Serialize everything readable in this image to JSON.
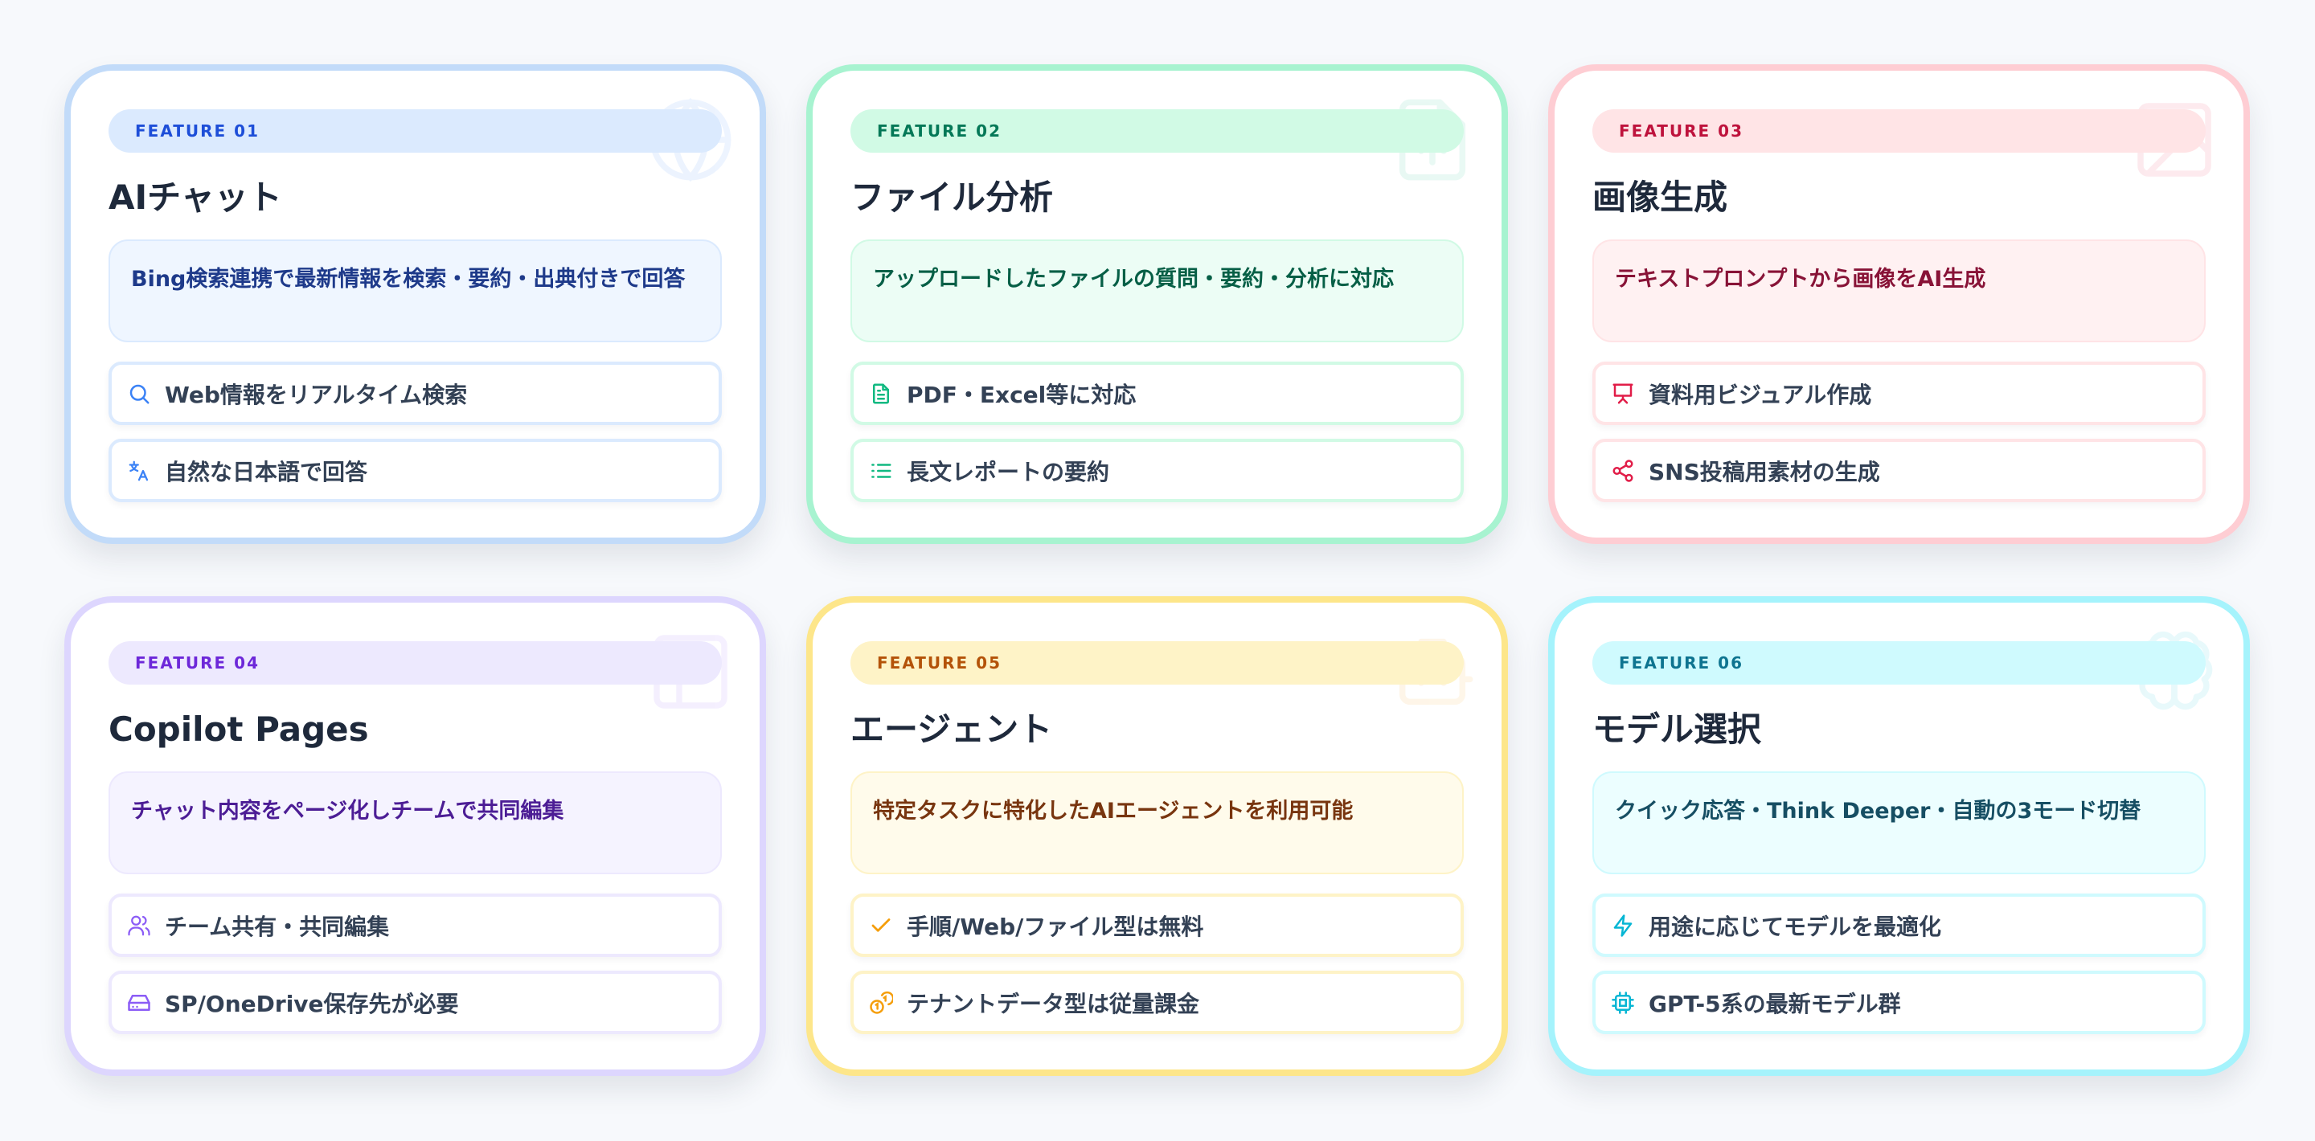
{
  "cards": [
    {
      "badge": "FEATURE 01",
      "title": "AIチャット",
      "description": "Bing検索連携で最新情報を検索・要約・出典付きで回答",
      "watermark_icon": "globe-icon",
      "colors": {
        "border": "#c2dbf9",
        "accent": "#3b82f6",
        "badge_bg": "#dbeafe",
        "badge_fg": "#1d4ed8",
        "desc_bg": "#eff6ff",
        "desc_border": "#dbeafe",
        "desc_fg": "#1e3a8a",
        "item_border": "#dbeafe"
      },
      "items": [
        {
          "icon": "search-icon",
          "label": "Web情報をリアルタイム検索"
        },
        {
          "icon": "translate-icon",
          "label": "自然な日本語で回答"
        }
      ]
    },
    {
      "badge": "FEATURE 02",
      "title": "ファイル分析",
      "description": "アップロードしたファイルの質問・要約・分析に対応",
      "watermark_icon": "file-upload-icon",
      "colors": {
        "border": "#a7f3d0",
        "accent": "#10b981",
        "badge_bg": "#d1fae5",
        "badge_fg": "#047857",
        "desc_bg": "#ecfdf5",
        "desc_border": "#d1fae5",
        "desc_fg": "#065f46",
        "item_border": "#d1fae5"
      },
      "items": [
        {
          "icon": "file-text-icon",
          "label": "PDF・Excel等に対応"
        },
        {
          "icon": "list-icon",
          "label": "長文レポートの要約"
        }
      ]
    },
    {
      "badge": "FEATURE 03",
      "title": "画像生成",
      "description": "テキストプロンプトから画像をAI生成",
      "watermark_icon": "image-icon",
      "colors": {
        "border": "#fecdd3",
        "accent": "#e11d48",
        "badge_bg": "#ffe4e6",
        "badge_fg": "#be123c",
        "desc_bg": "#fff1f2",
        "desc_border": "#ffe4e6",
        "desc_fg": "#881337",
        "item_border": "#ffe4e6"
      },
      "items": [
        {
          "icon": "presentation-icon",
          "label": "資料用ビジュアル作成"
        },
        {
          "icon": "share-icon",
          "label": "SNS投稿用素材の生成"
        }
      ]
    },
    {
      "badge": "FEATURE 04",
      "title": "Copilot Pages",
      "description": "チャット内容をページ化しチームで共同編集",
      "watermark_icon": "layout-panels-icon",
      "colors": {
        "border": "#ddd6fe",
        "accent": "#8b5cf6",
        "badge_bg": "#ede9fe",
        "badge_fg": "#6d28d9",
        "desc_bg": "#f5f3ff",
        "desc_border": "#ede9fe",
        "desc_fg": "#4c1d95",
        "item_border": "#ede9fe"
      },
      "items": [
        {
          "icon": "users-icon",
          "label": "チーム共有・共同編集"
        },
        {
          "icon": "drive-icon",
          "label": "SP/OneDrive保存先が必要"
        }
      ]
    },
    {
      "badge": "FEATURE 05",
      "title": "エージェント",
      "description": "特定タスクに特化したAIエージェントを利用可能",
      "watermark_icon": "bot-icon",
      "colors": {
        "border": "#fde68a",
        "accent": "#f59e0b",
        "badge_bg": "#fef3c7",
        "badge_fg": "#b45309",
        "desc_bg": "#fffbeb",
        "desc_border": "#fef3c7",
        "desc_fg": "#78350f",
        "item_border": "#fef3c7"
      },
      "items": [
        {
          "icon": "check-icon",
          "label": "手順/Web/ファイル型は無料"
        },
        {
          "icon": "coins-icon",
          "label": "テナントデータ型は従量課金"
        }
      ]
    },
    {
      "badge": "FEATURE 06",
      "title": "モデル選択",
      "description": "クイック応答・Think Deeper・自動の3モード切替",
      "watermark_icon": "brain-icon",
      "colors": {
        "border": "#a5f3fc",
        "accent": "#06b6d4",
        "badge_bg": "#cffafe",
        "badge_fg": "#0e7490",
        "desc_bg": "#ecfeff",
        "desc_border": "#cffafe",
        "desc_fg": "#164e63",
        "item_border": "#cffafe"
      },
      "items": [
        {
          "icon": "lightning-icon",
          "label": "用途に応じてモデルを最適化"
        },
        {
          "icon": "chip-icon",
          "label": "GPT-5系の最新モデル群"
        }
      ]
    }
  ]
}
